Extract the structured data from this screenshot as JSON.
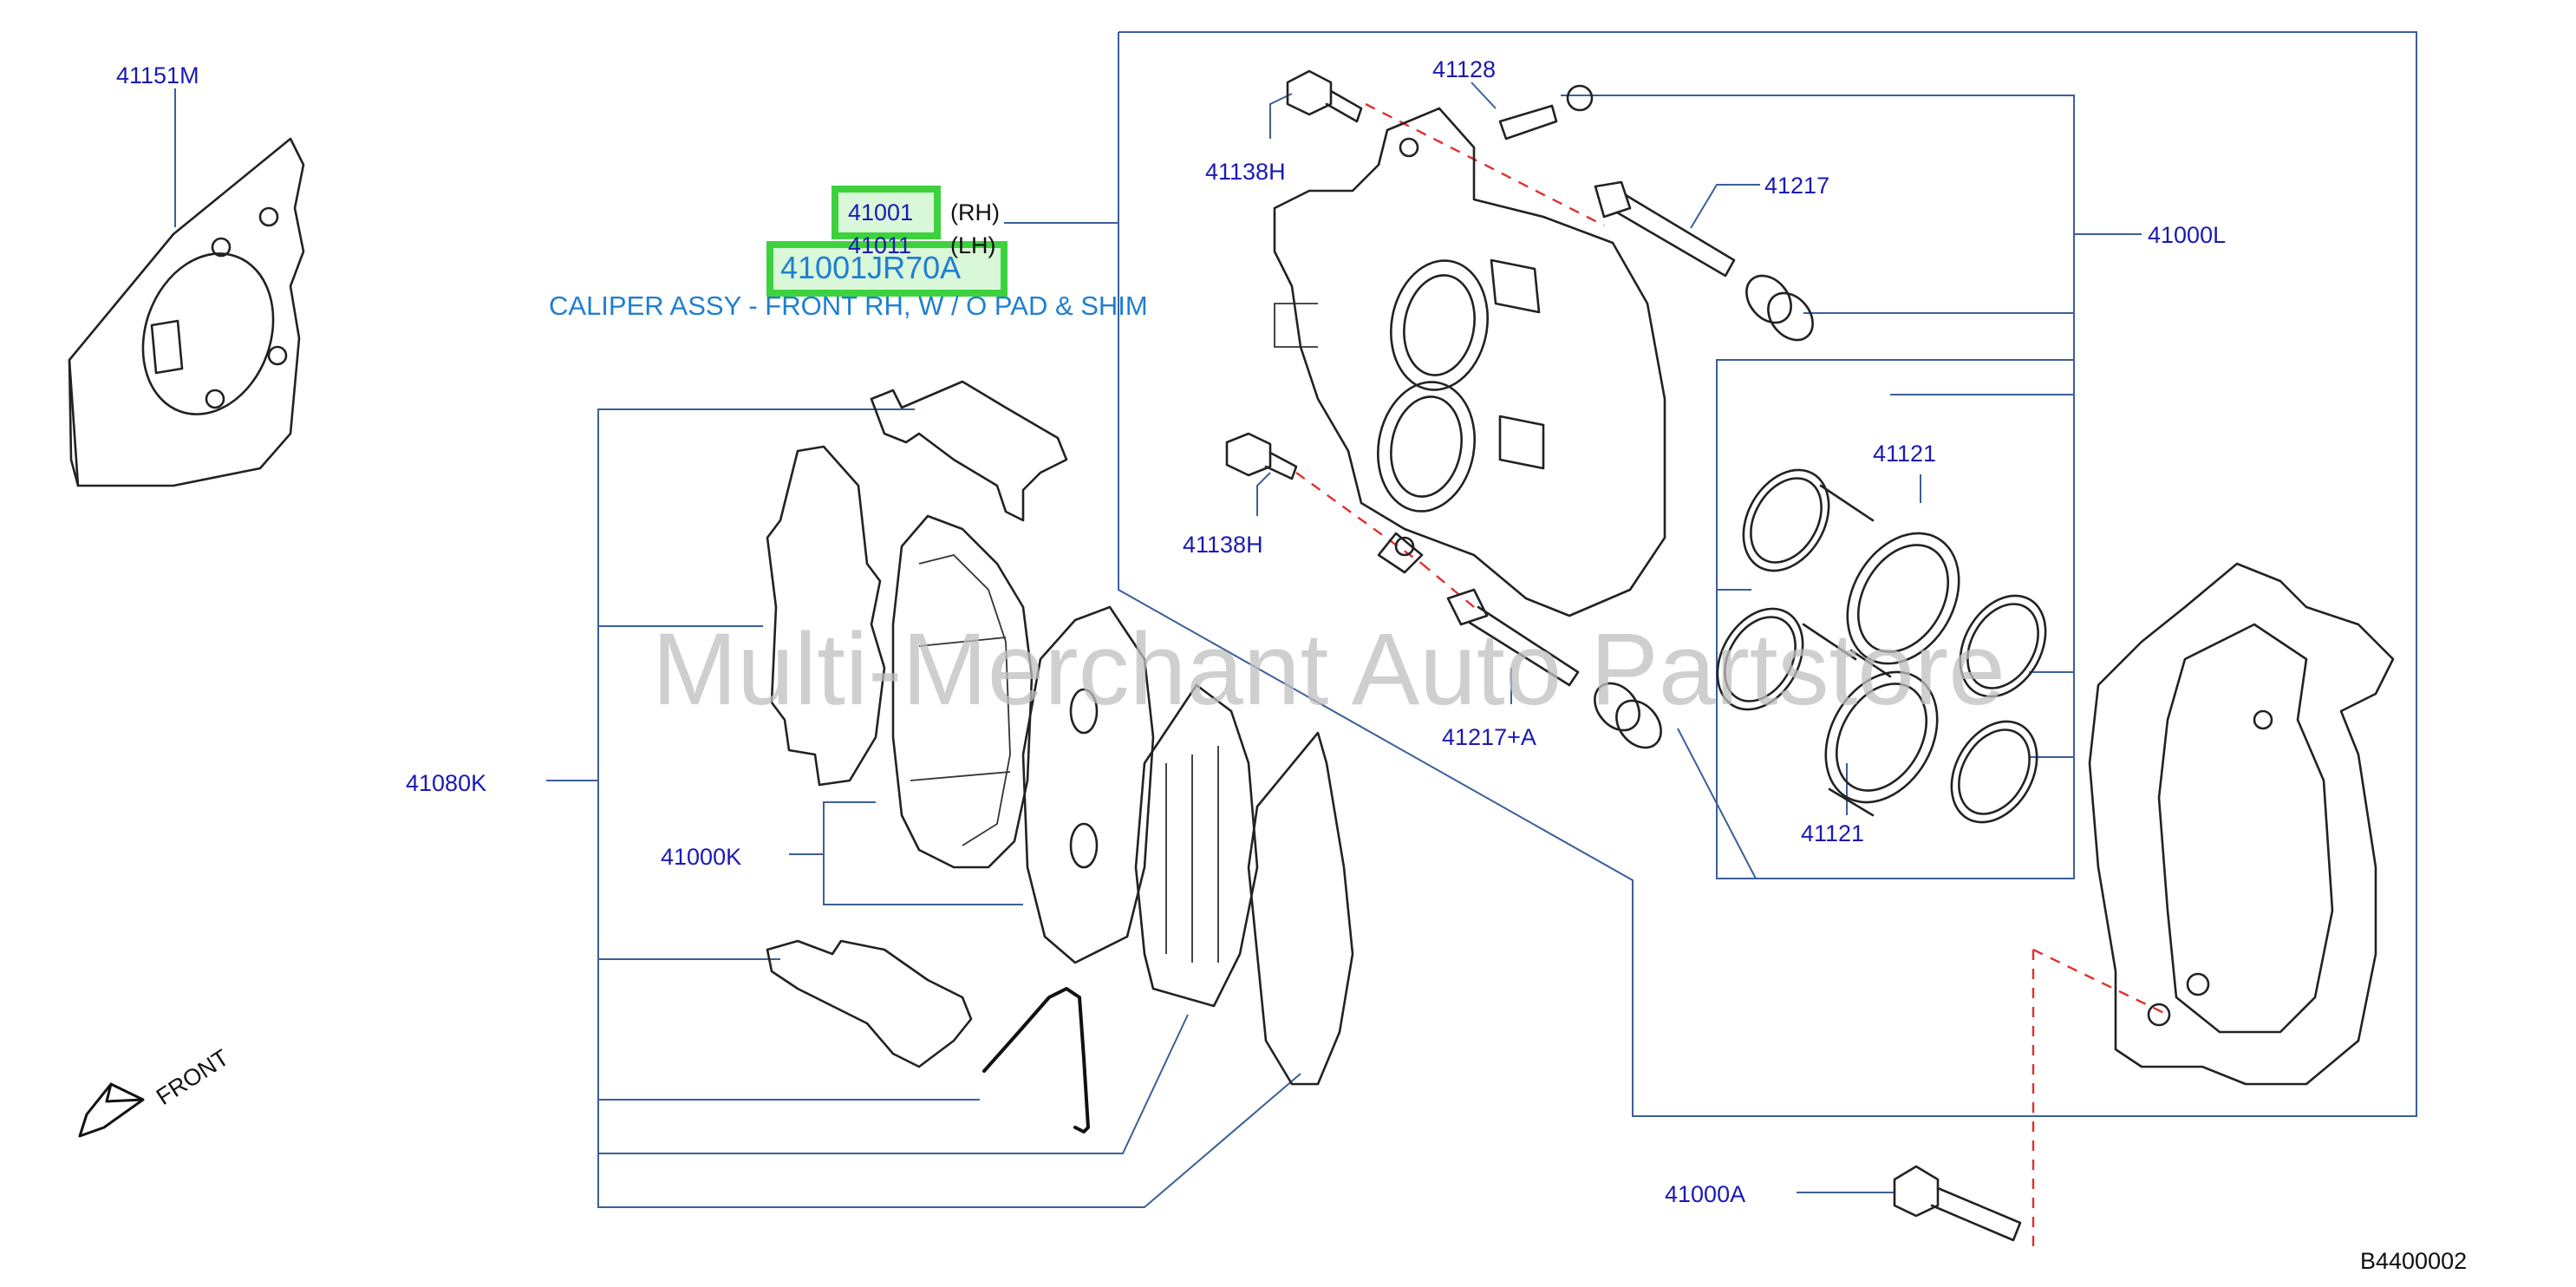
{
  "callouts": {
    "c41151M": "41151M",
    "c41128": "41128",
    "c41138H_top": "41138H",
    "c41217": "41217",
    "c41000L": "41000L",
    "c41001": "41001",
    "c41001_side": "(RH)",
    "c41011": "41011",
    "c41011_side": "(LH)",
    "c41001JR70A": "41001JR70A",
    "caliper_desc": "CALIPER ASSY - FRONT RH, W / O PAD & SHIM",
    "c41121_top": "41121",
    "c41138H_bottom": "41138H",
    "c41217A": "41217+A",
    "c41121_bottom": "41121",
    "c41080K": "41080K",
    "c41000K": "41000K",
    "c41000A": "41000A",
    "front": "FRONT",
    "diagram_code": "B4400002"
  },
  "watermark": "Multi-Merchant Auto Partstore",
  "colors": {
    "callout": "#1a1ab4",
    "highlight": "#3dd23d",
    "leader": "#3b5f9a",
    "dashed": "#e03030",
    "description": "#1f7fd0"
  },
  "icons": {
    "front_arrow": "arrow-down-left-icon"
  }
}
